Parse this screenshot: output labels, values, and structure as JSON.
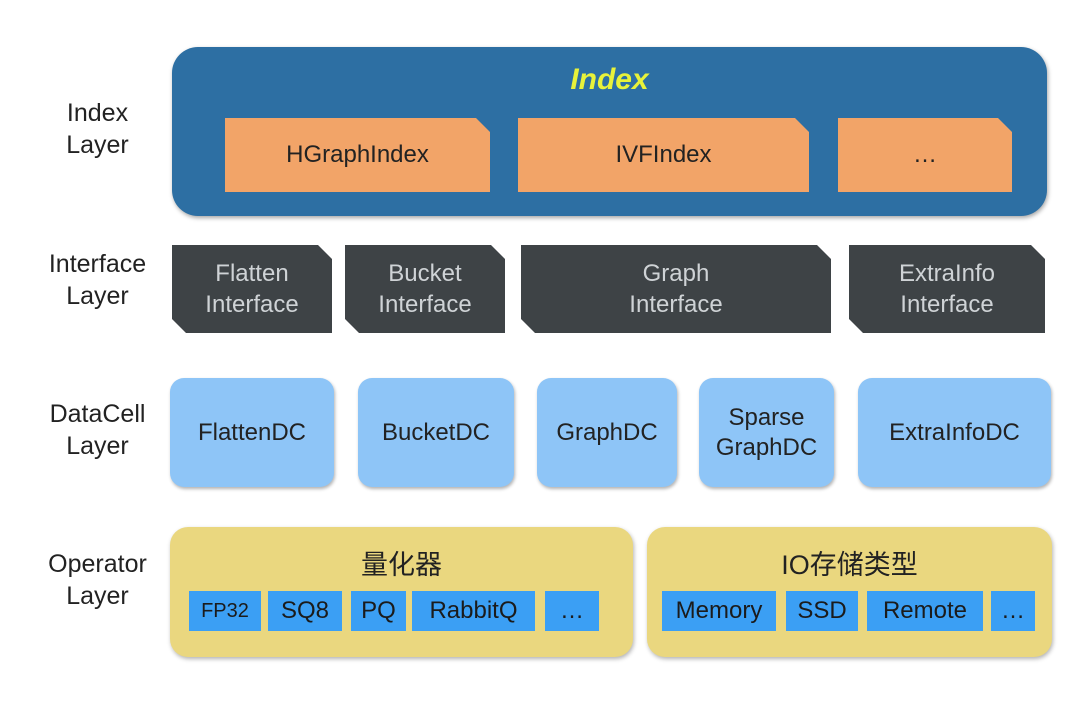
{
  "layers": {
    "index": [
      "Index",
      "Layer"
    ],
    "interface": [
      "Interface",
      "Layer"
    ],
    "datacell": [
      "DataCell",
      "Layer"
    ],
    "operator": [
      "Operator",
      "Layer"
    ]
  },
  "index_layer": {
    "title": "Index",
    "items": [
      "HGraphIndex",
      "IVFIndex",
      "…"
    ]
  },
  "interface_layer": {
    "items": [
      [
        "Flatten",
        "Interface"
      ],
      [
        "Bucket",
        "Interface"
      ],
      [
        "Graph",
        "Interface"
      ],
      [
        "ExtraInfo",
        "Interface"
      ]
    ]
  },
  "datacell_layer": {
    "items": [
      [
        "FlattenDC"
      ],
      [
        "BucketDC"
      ],
      [
        "GraphDC"
      ],
      [
        "Sparse",
        "GraphDC"
      ],
      [
        "ExtraInfoDC"
      ]
    ]
  },
  "operator_layer": {
    "quantizer": {
      "title": "量化器",
      "items": [
        "FP32",
        "SQ8",
        "PQ",
        "RabbitQ",
        "…"
      ]
    },
    "io": {
      "title": "IO存储类型",
      "items": [
        "Memory",
        "SSD",
        "Remote",
        "…"
      ]
    }
  },
  "colors": {
    "index_panel": "#2d6fa3",
    "index_title": "#e8f23a",
    "index_box": "#f2a468",
    "interface_box": "#3e4346",
    "datacell_box": "#8ec5f7",
    "operator_panel": "#ead77f",
    "chip": "#3b9ff4"
  }
}
